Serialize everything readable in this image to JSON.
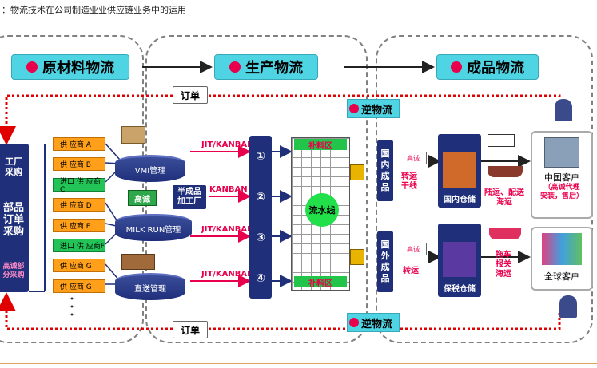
{
  "caption": "：物流技术在公司制造业业供应链业务中的运用",
  "zones": {
    "raw_material": "原材料物流",
    "production": "生产物流",
    "finished_goods": "成品物流"
  },
  "order_label_top": "订单",
  "order_label_bottom": "订单",
  "reverse_logistics_top": "逆物流",
  "reverse_logistics_bottom": "逆物流",
  "left_panel": {
    "factory": "工厂\n采购",
    "parts": "部品\n订单\n采购",
    "gaocheng": "高诚部\n分采购"
  },
  "suppliers": [
    {
      "label": "供 应商 A",
      "kind": "orange"
    },
    {
      "label": "供 应商 B",
      "kind": "orange"
    },
    {
      "label": "进口 供 应商C",
      "kind": "green"
    },
    {
      "label": "供 应商 D",
      "kind": "orange"
    },
    {
      "label": "供 应商 E",
      "kind": "orange"
    },
    {
      "label": "进口 供 应商F",
      "kind": "green"
    },
    {
      "label": "供 应商 G",
      "kind": "orange"
    },
    {
      "label": "供 应商 G",
      "kind": "orange"
    }
  ],
  "cylinders": {
    "vmi": "VMI管理",
    "milkrun": "MILK RUN管理",
    "direct": "直送管理"
  },
  "semi_factory": "半成品\n加工厂",
  "truck_logo": "高诚",
  "arrow_labels": [
    "JIT/KANBAN",
    "KANBAN",
    "JIT/KANBAN",
    "JIT/KANBAN"
  ],
  "stations": [
    "①",
    "②",
    "③",
    "④"
  ],
  "assembly": {
    "top_buffer": "补料区",
    "line": "流水线",
    "bottom_buffer": "补料区"
  },
  "domestic_goods": "国\n内\n成\n品",
  "foreign_goods": "国\n外\n成\n品",
  "transfer_domestic": "转运\n干线",
  "transfer_foreign": "转运",
  "domestic_warehouse": "国内仓储",
  "bonded_warehouse": "保税仓储",
  "domestic_dist": "陆运、配送\n海运",
  "foreign_dist": "拖车\n报关\n海运",
  "china_customer": "中国客户",
  "china_customer_note": "（高诚代理\n安装，售后）",
  "global_customer": "全球客户",
  "colors": {
    "header": "#4fd4e4",
    "dot": "#e8004c",
    "navy": "#1f2f7a",
    "supplier": "#ff9f1a",
    "import_supplier": "#23c457",
    "arrow_text": "#e8004c",
    "dashed_loop": "#e00000"
  }
}
